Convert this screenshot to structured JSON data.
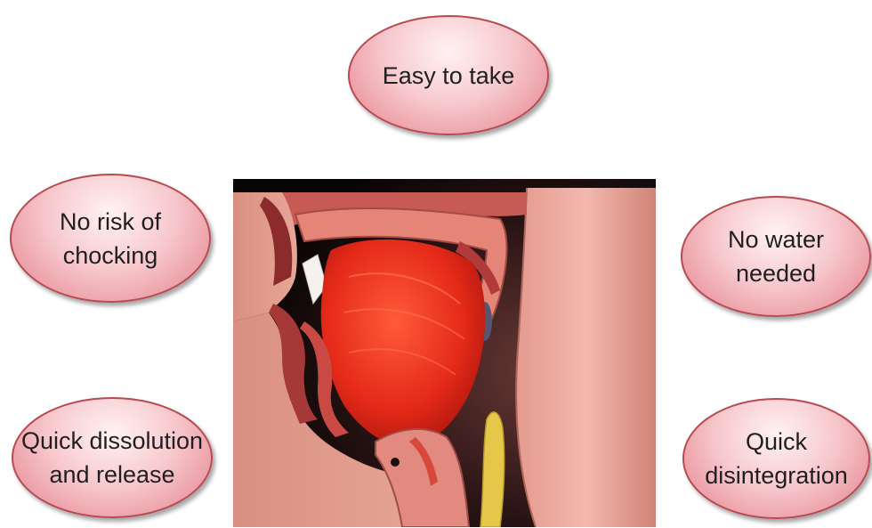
{
  "bubbles": {
    "top": "Easy to take",
    "upper_left": "No risk of\nchocking",
    "upper_right": "No water\nneeded",
    "lower_left": "Quick dissolution\nand release",
    "lower_right": "Quick\ndisintegration"
  },
  "colors": {
    "bubble_fill": "#f4b8be",
    "bubble_border": "#b94a52",
    "tongue": "#e8301e",
    "tissue": "#e9877e",
    "background": "#0c0607"
  },
  "illustration": {
    "subject": "oral-cavity-cross-section"
  }
}
